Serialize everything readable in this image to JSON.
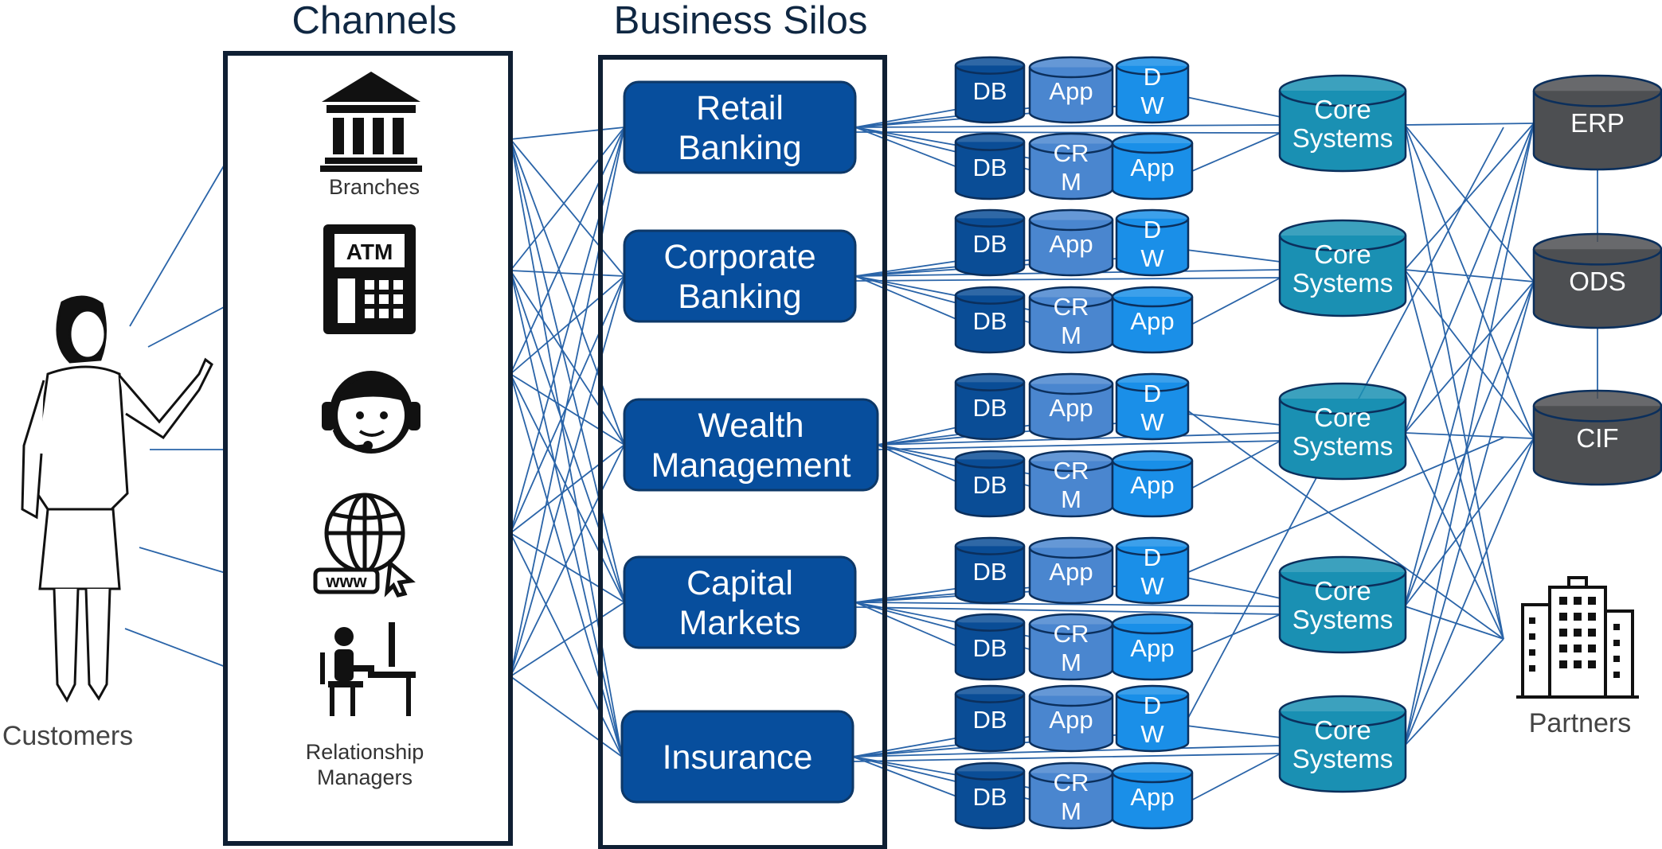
{
  "headings": {
    "channels": "Channels",
    "silos": "Business Silos"
  },
  "customer": {
    "label": "Customers"
  },
  "channels": [
    {
      "label": "Branches",
      "icon": "bank-building-icon"
    },
    {
      "label": "",
      "icon": "atm-machine-icon",
      "glyph_text": "ATM"
    },
    {
      "label": "",
      "icon": "call-center-agent-icon"
    },
    {
      "label": "",
      "icon": "globe-www-icon",
      "glyph_text": "www"
    },
    {
      "label": "Relationship Managers",
      "label_lines": [
        "Relationship",
        "Managers"
      ],
      "icon": "person-at-desk-icon"
    }
  ],
  "silos": [
    {
      "lines": [
        "Retail",
        "Banking"
      ]
    },
    {
      "lines": [
        "Corporate",
        "Banking"
      ]
    },
    {
      "lines": [
        "Wealth",
        "Management"
      ]
    },
    {
      "lines": [
        "Capital",
        "Markets"
      ]
    },
    {
      "lines": [
        "Insurance"
      ]
    }
  ],
  "silo_systems": {
    "top_row": [
      [
        "DB"
      ],
      [
        "App"
      ],
      [
        "D",
        "W"
      ]
    ],
    "bottom_row": [
      [
        "DB"
      ],
      [
        "CR",
        "M"
      ],
      [
        "App"
      ]
    ]
  },
  "core_systems": {
    "lines": [
      "Core",
      "Systems"
    ],
    "count": 5
  },
  "enterprise": [
    "ERP",
    "ODS",
    "CIF"
  ],
  "partners": {
    "label": "Partners",
    "icon": "office-buildings-icon"
  },
  "colors": {
    "silo_fill": "#074e9d",
    "silo_stroke": "#0d3868",
    "db_fill": "#0a4d96",
    "app_fill": "#4a86cf",
    "dw_fill": "#1a8fe8",
    "core_fill": "#1a90b3",
    "enterprise_fill": "#4d4f52",
    "connector": "#2a64a8",
    "frame": "#0f1f33"
  }
}
